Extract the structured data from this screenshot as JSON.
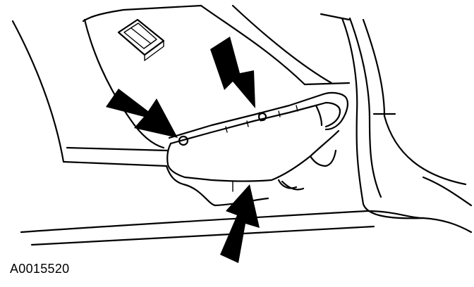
{
  "figure": {
    "reference_code": "A0015520"
  },
  "callouts": [
    {
      "icon": "arrow-icon",
      "points_to": "left-fastener"
    },
    {
      "icon": "arrow-icon",
      "points_to": "upper-fastener"
    },
    {
      "icon": "arrow-icon",
      "points_to": "lower-edge-clip"
    }
  ],
  "colors": {
    "line": "#000000",
    "background": "#ffffff"
  }
}
